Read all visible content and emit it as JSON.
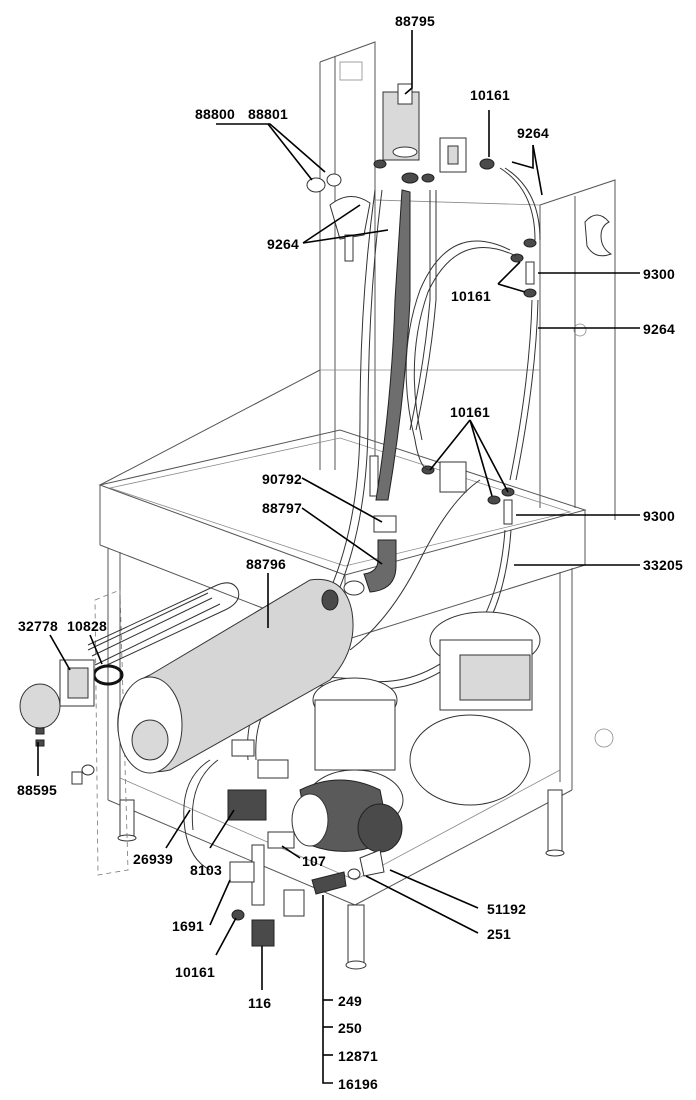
{
  "callouts": {
    "c88795": "88795",
    "c88800": "88800",
    "c88801": "88801",
    "c10161_top": "10161",
    "c9264_top": "9264",
    "c9264_left": "9264",
    "c9300_top": "9300",
    "c10161_mid": "10161",
    "c9264_right": "9264",
    "c10161_center": "10161",
    "c90792": "90792",
    "c88797": "88797",
    "c9300_lower": "9300",
    "c33205": "33205",
    "c88796": "88796",
    "c32778": "32778",
    "c10828": "10828",
    "c88595": "88595",
    "c26939": "26939",
    "c8103": "8103",
    "c107": "107",
    "c51192": "51192",
    "c251": "251",
    "c1691": "1691",
    "c10161_bottom": "10161",
    "c116": "116",
    "c249": "249",
    "c250": "250",
    "c12871": "12871",
    "c16196": "16196"
  }
}
